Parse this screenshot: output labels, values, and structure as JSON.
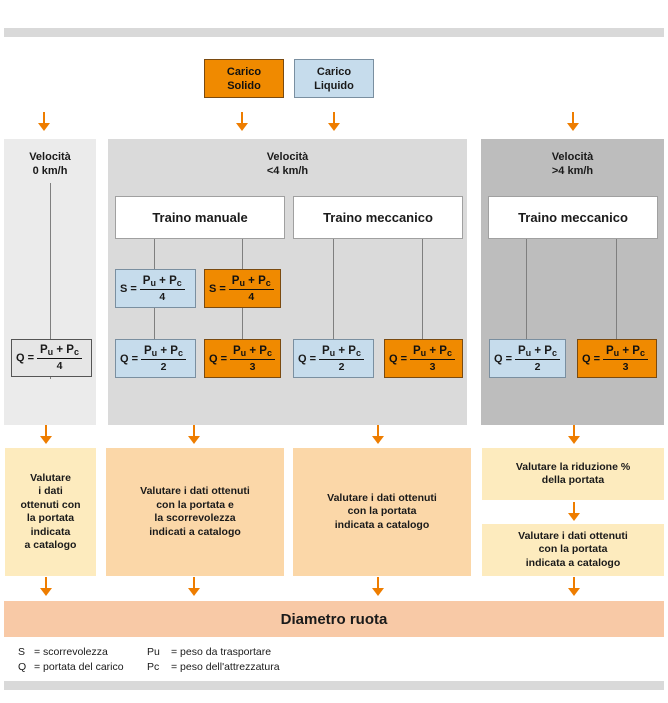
{
  "load_types": {
    "solid": "Carico\nSolido",
    "liquid": "Carico\nLiquido"
  },
  "panels": {
    "v0": {
      "title": "Velocità\n0 km/h",
      "formula": {
        "var": "Q",
        "num_a": "P",
        "sub_a": "u",
        "num_b": "P",
        "sub_b": "c",
        "den": "4"
      },
      "evaluate": "Valutare\ni dati\nottenuti con\nla portata\nindicata\na catalogo"
    },
    "v_lt4": {
      "title": "Velocità\n<4 km/h",
      "manual": "Traino manuale",
      "mechanical": "Traino meccanico",
      "formulas": {
        "s_liquid": {
          "var": "S",
          "num_a": "P",
          "sub_a": "u",
          "num_b": "P",
          "sub_b": "c",
          "den": "4"
        },
        "s_solid": {
          "var": "S",
          "num_a": "P",
          "sub_a": "u",
          "num_b": "P",
          "sub_b": "c",
          "den": "4"
        },
        "q_manual_liquid": {
          "var": "Q",
          "num_a": "P",
          "sub_a": "u",
          "num_b": "P",
          "sub_b": "c",
          "den": "2"
        },
        "q_manual_solid": {
          "var": "Q",
          "num_a": "P",
          "sub_a": "u",
          "num_b": "P",
          "sub_b": "c",
          "den": "3"
        },
        "q_mech_liquid": {
          "var": "Q",
          "num_a": "P",
          "sub_a": "u",
          "num_b": "P",
          "sub_b": "c",
          "den": "2"
        },
        "q_mech_solid": {
          "var": "Q",
          "num_a": "P",
          "sub_a": "u",
          "num_b": "P",
          "sub_b": "c",
          "den": "3"
        }
      },
      "evaluate_manual": "Valutare i dati ottenuti\ncon la portata e\nla scorrevolezza\nindicati a catalogo",
      "evaluate_mechanical": "Valutare i dati ottenuti\ncon la portata\nindicata a catalogo"
    },
    "v_gt4": {
      "title": "Velocità\n>4 km/h",
      "mechanical": "Traino meccanico",
      "formulas": {
        "q_liquid": {
          "var": "Q",
          "num_a": "P",
          "sub_a": "u",
          "num_b": "P",
          "sub_b": "c",
          "den": "2"
        },
        "q_solid": {
          "var": "Q",
          "num_a": "P",
          "sub_a": "u",
          "num_b": "P",
          "sub_b": "c",
          "den": "3"
        }
      },
      "evaluate_reduction": "Valutare la riduzione %\ndella portata",
      "evaluate_catalog": "Valutare i dati ottenuti\ncon la portata\nindicata a catalogo"
    }
  },
  "result": "Diametro ruota",
  "legend": {
    "s_key": "S",
    "s_desc": "= scorrevolezza",
    "q_key": "Q",
    "q_desc": "= portata del carico",
    "pu_key": "Pu",
    "pu_desc": "= peso da trasportare",
    "pc_key": "Pc",
    "pc_desc": "= peso dell'attrezzatura"
  },
  "colors": {
    "solid": "#f08a00",
    "liquid": "#c6dcec",
    "arrow": "#ee7d00",
    "result": "#f8c9a6"
  }
}
